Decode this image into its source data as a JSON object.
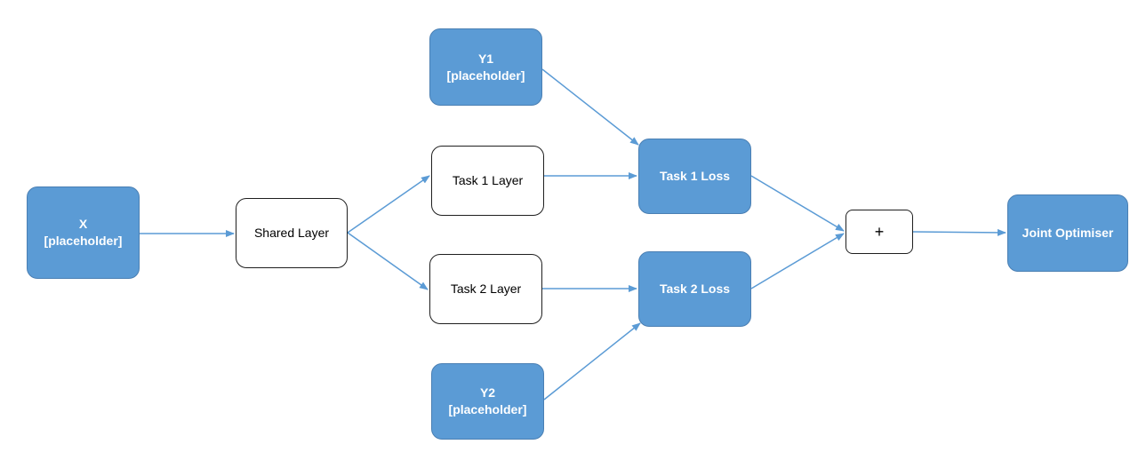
{
  "diagram": {
    "colors": {
      "filled_node": "#5b9bd5",
      "filled_border": "#4a7fb3",
      "outline_border": "#1f1f1f",
      "arrow": "#5b9bd5"
    },
    "nodes": {
      "x": {
        "line1": "X",
        "line2": "[placeholder]",
        "style": "filled"
      },
      "shared": {
        "label": "Shared Layer",
        "style": "outline"
      },
      "t1layer": {
        "label": "Task 1 Layer",
        "style": "outline"
      },
      "t2layer": {
        "label": "Task 2 Layer",
        "style": "outline"
      },
      "y1": {
        "line1": "Y1",
        "line2": "[placeholder]",
        "style": "filled"
      },
      "y2": {
        "line1": "Y2",
        "line2": "[placeholder]",
        "style": "filled"
      },
      "t1loss": {
        "label": "Task 1 Loss",
        "style": "filled"
      },
      "t2loss": {
        "label": "Task 2 Loss",
        "style": "filled"
      },
      "plus": {
        "label": "+",
        "style": "outline"
      },
      "joint": {
        "label": "Joint Optimiser",
        "style": "filled"
      }
    },
    "edges": [
      {
        "from": "x",
        "to": "shared"
      },
      {
        "from": "shared",
        "to": "t1layer"
      },
      {
        "from": "shared",
        "to": "t2layer"
      },
      {
        "from": "t1layer",
        "to": "t1loss"
      },
      {
        "from": "t2layer",
        "to": "t2loss"
      },
      {
        "from": "y1",
        "to": "t1loss"
      },
      {
        "from": "y2",
        "to": "t2loss"
      },
      {
        "from": "t1loss",
        "to": "plus"
      },
      {
        "from": "t2loss",
        "to": "plus"
      },
      {
        "from": "plus",
        "to": "joint"
      }
    ]
  }
}
